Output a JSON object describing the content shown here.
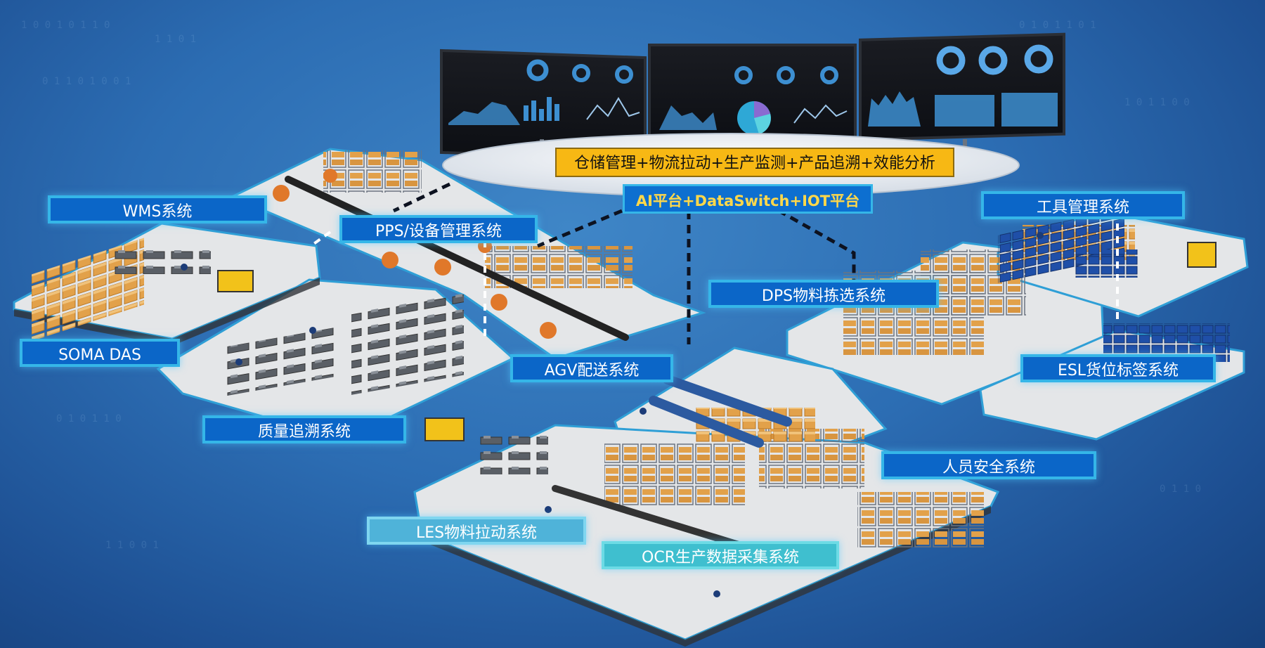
{
  "header": {
    "business_bar": "仓储管理+物流拉动+生产监测+产品追溯+效能分析",
    "platform_bar": "AI平台+DataSwitch+IOT平台"
  },
  "systems": {
    "wms": "WMS系统",
    "pps": "PPS/设备管理系统",
    "soma": "SOMA DAS",
    "agv": "AGV配送系统",
    "quality": "质量追溯系统",
    "dps": "DPS物料拣选系统",
    "tools": "工具管理系统",
    "esl": "ESL货位标签系统",
    "safety": "人员安全系统",
    "les": "LES物料拉动系统",
    "ocr": "OCR生产数据采集系统"
  },
  "colors": {
    "label_fill": "#0b66c8",
    "label_border": "#35b6e8",
    "highlight": "#f7b814",
    "platform_text": "#ffd84a",
    "floor": "#e6e6e6"
  },
  "icons": [
    "dashboard-screens",
    "pie-chart-icon",
    "donut-chart-icon",
    "bar-chart-icon",
    "line-chart-icon",
    "forklift-icon",
    "robot-arm-icon",
    "shelf-rack-icon",
    "pallet-box-icon",
    "worker-icon",
    "conveyor-icon"
  ]
}
